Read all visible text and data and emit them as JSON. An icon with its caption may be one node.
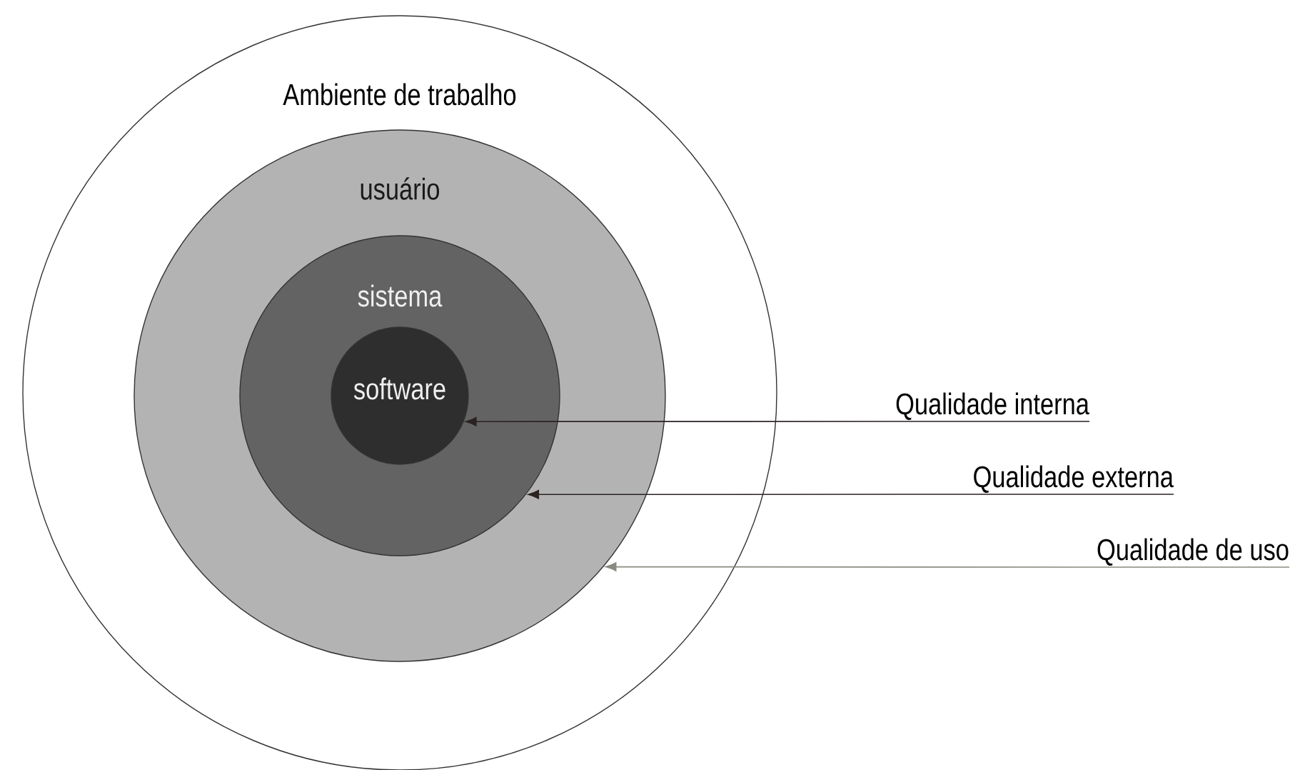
{
  "diagram": {
    "nodes": [
      {
        "text": [
          "Ambiente de trabalho"
        ]
      },
      {
        "text": [
          "usuário"
        ],
        "in": 0
      },
      {
        "text": [
          "sistema"
        ],
        "in": 1
      },
      {
        "text": [
          "software"
        ],
        "in": 2
      },
      {
        "text": [
          "Qualidade interna"
        ]
      },
      {
        "text": [
          "Qualidade externa"
        ]
      },
      {
        "text": [
          "Qualidade de uso"
        ]
      }
    ],
    "edges": [
      {
        "from": 4,
        "to": 3,
        "arrow": "to"
      },
      {
        "from": 5,
        "to": 2,
        "arrow": "to"
      },
      {
        "from": 6,
        "to": 1,
        "arrow": "to",
        "color": "#8a8a80"
      }
    ]
  }
}
